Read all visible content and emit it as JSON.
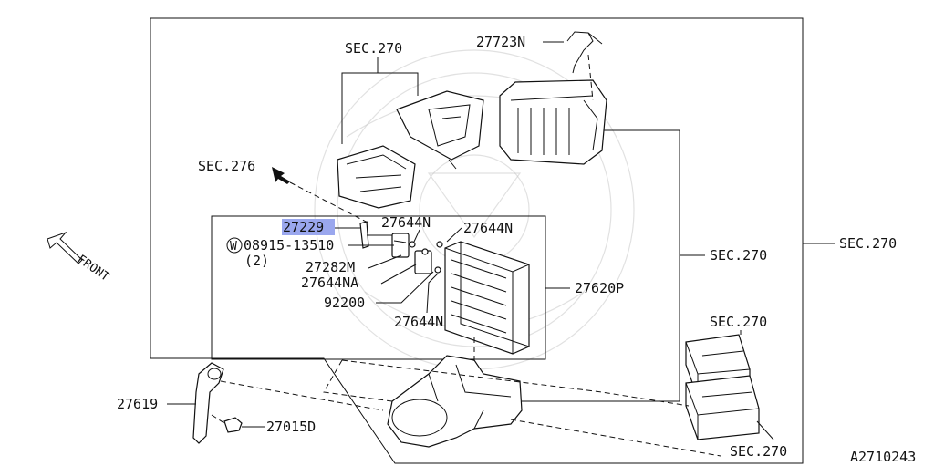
{
  "labels": {
    "sec270_top": "SEC.270",
    "p27723n": "27723N",
    "sec276": "SEC.276",
    "p27229": "27229",
    "p27644n_a": "27644N",
    "p27644n_b": "27644N",
    "bolt_w": "W",
    "p08915": "08915-13510",
    "bolt_qty": "(2)",
    "p27282m": "27282M",
    "p27644na": "27644NA",
    "p92200": "92200",
    "p27644n_c": "27644N",
    "p27620p": "27620P",
    "sec270_mid": "SEC.270",
    "sec270_right": "SEC.270",
    "sec270_filter_top": "SEC.270",
    "sec270_filter_bottom": "SEC.270",
    "p27619": "27619",
    "p27015d": "27015D",
    "front": "FRONT",
    "ref_code": "A2710243"
  },
  "highlight": {
    "part": "27229",
    "color": "#9aa7ee"
  }
}
